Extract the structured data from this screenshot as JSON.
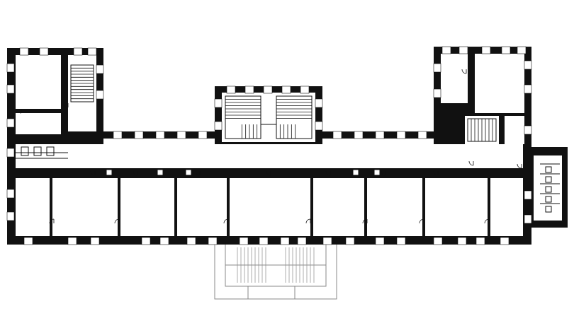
{
  "drawing": {
    "type": "floor-plan",
    "colors": {
      "walls": "#111111",
      "background": "#ffffff",
      "exterior_steps": "#999999"
    },
    "features": [
      "west-wing",
      "east-wing",
      "central-staircase",
      "main-corridor",
      "front-steps",
      "sanitary-annex"
    ]
  }
}
